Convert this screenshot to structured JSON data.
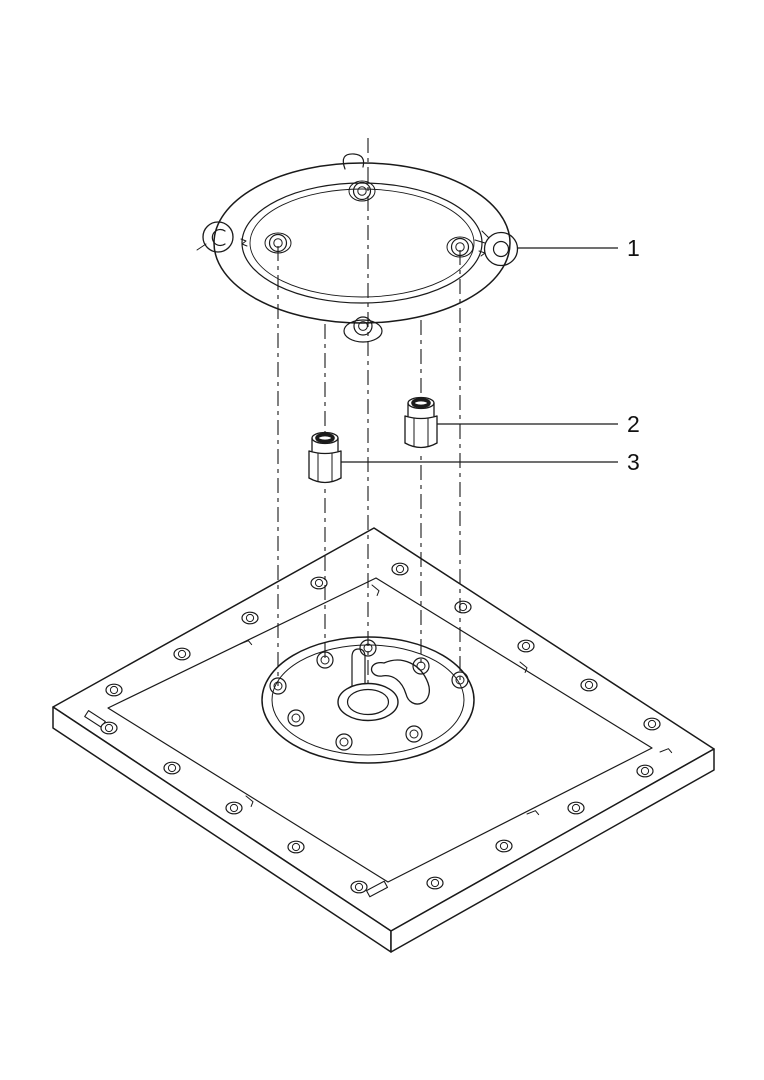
{
  "diagram": {
    "background_color": "#ffffff",
    "line_color": "#1a1a1a",
    "callouts": [
      {
        "label": "1",
        "part": "mounting-ring"
      },
      {
        "label": "2",
        "part": "hose-fitting-right"
      },
      {
        "label": "3",
        "part": "hose-fitting-left"
      }
    ]
  }
}
